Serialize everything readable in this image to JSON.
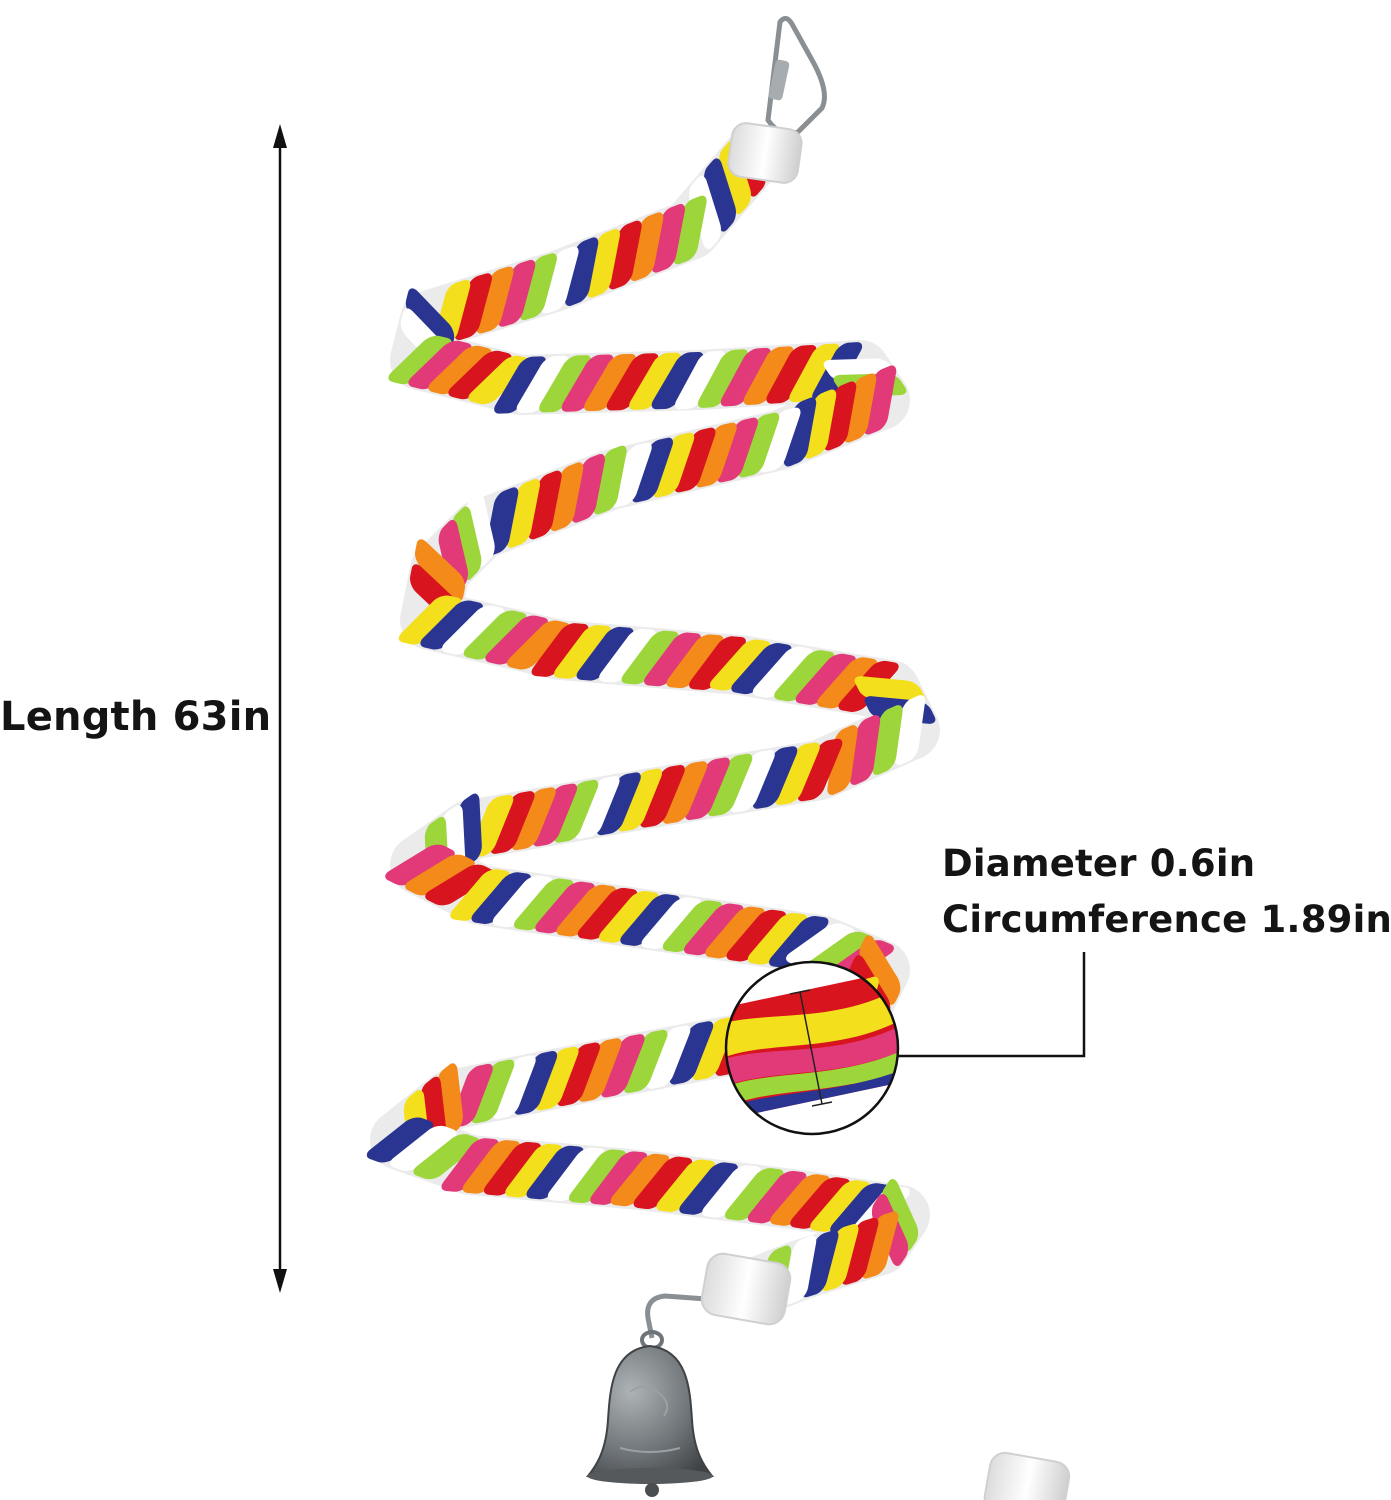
{
  "labels": {
    "length": "Length 63in",
    "diameter": "Diameter 0.6in",
    "circumference": "Circumference 1.89in"
  },
  "colors": {
    "rope": [
      "#d8141e",
      "#f4df1c",
      "#2a3592",
      "#ffffff",
      "#9dd63a",
      "#e23a78",
      "#f38a1a"
    ],
    "metal": "#8a8f93",
    "bell": "#6f7478",
    "text": "#141414",
    "background": "#ffffff"
  },
  "icons": {
    "carabiner": "carabiner-icon",
    "bell": "bell-icon",
    "measure_arrow": "double-arrow-icon",
    "magnifier": "magnifier-circle-icon"
  }
}
